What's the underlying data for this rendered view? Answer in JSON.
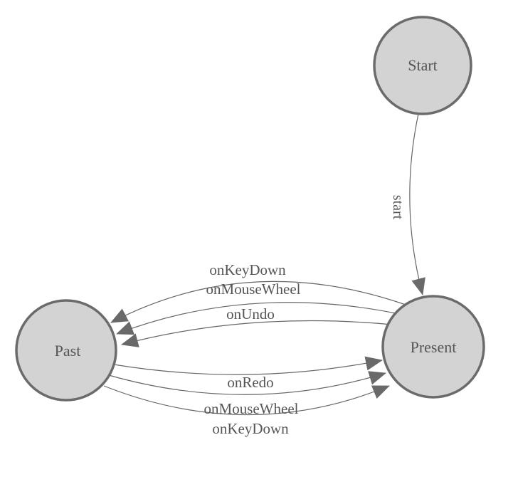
{
  "diagram": {
    "type": "state-machine",
    "background": "#ffffff",
    "colors": {
      "node_fill": "#d3d3d3",
      "node_stroke": "#6b6b6b",
      "edge_stroke": "#666666",
      "arrow_fill": "#696969",
      "text_color": "#555555"
    },
    "nodes": [
      {
        "id": "start",
        "label": "Start"
      },
      {
        "id": "past",
        "label": "Past"
      },
      {
        "id": "present",
        "label": "Present"
      }
    ],
    "edges": [
      {
        "from": "start",
        "to": "present",
        "label": "start"
      },
      {
        "from": "present",
        "to": "past",
        "label": "onKeyDown"
      },
      {
        "from": "present",
        "to": "past",
        "label": "onMouseWheel"
      },
      {
        "from": "present",
        "to": "past",
        "label": "onUndo"
      },
      {
        "from": "past",
        "to": "present",
        "label": "onRedo"
      },
      {
        "from": "past",
        "to": "present",
        "label": "onMouseWheel"
      },
      {
        "from": "past",
        "to": "present",
        "label": "onKeyDown"
      }
    ]
  }
}
